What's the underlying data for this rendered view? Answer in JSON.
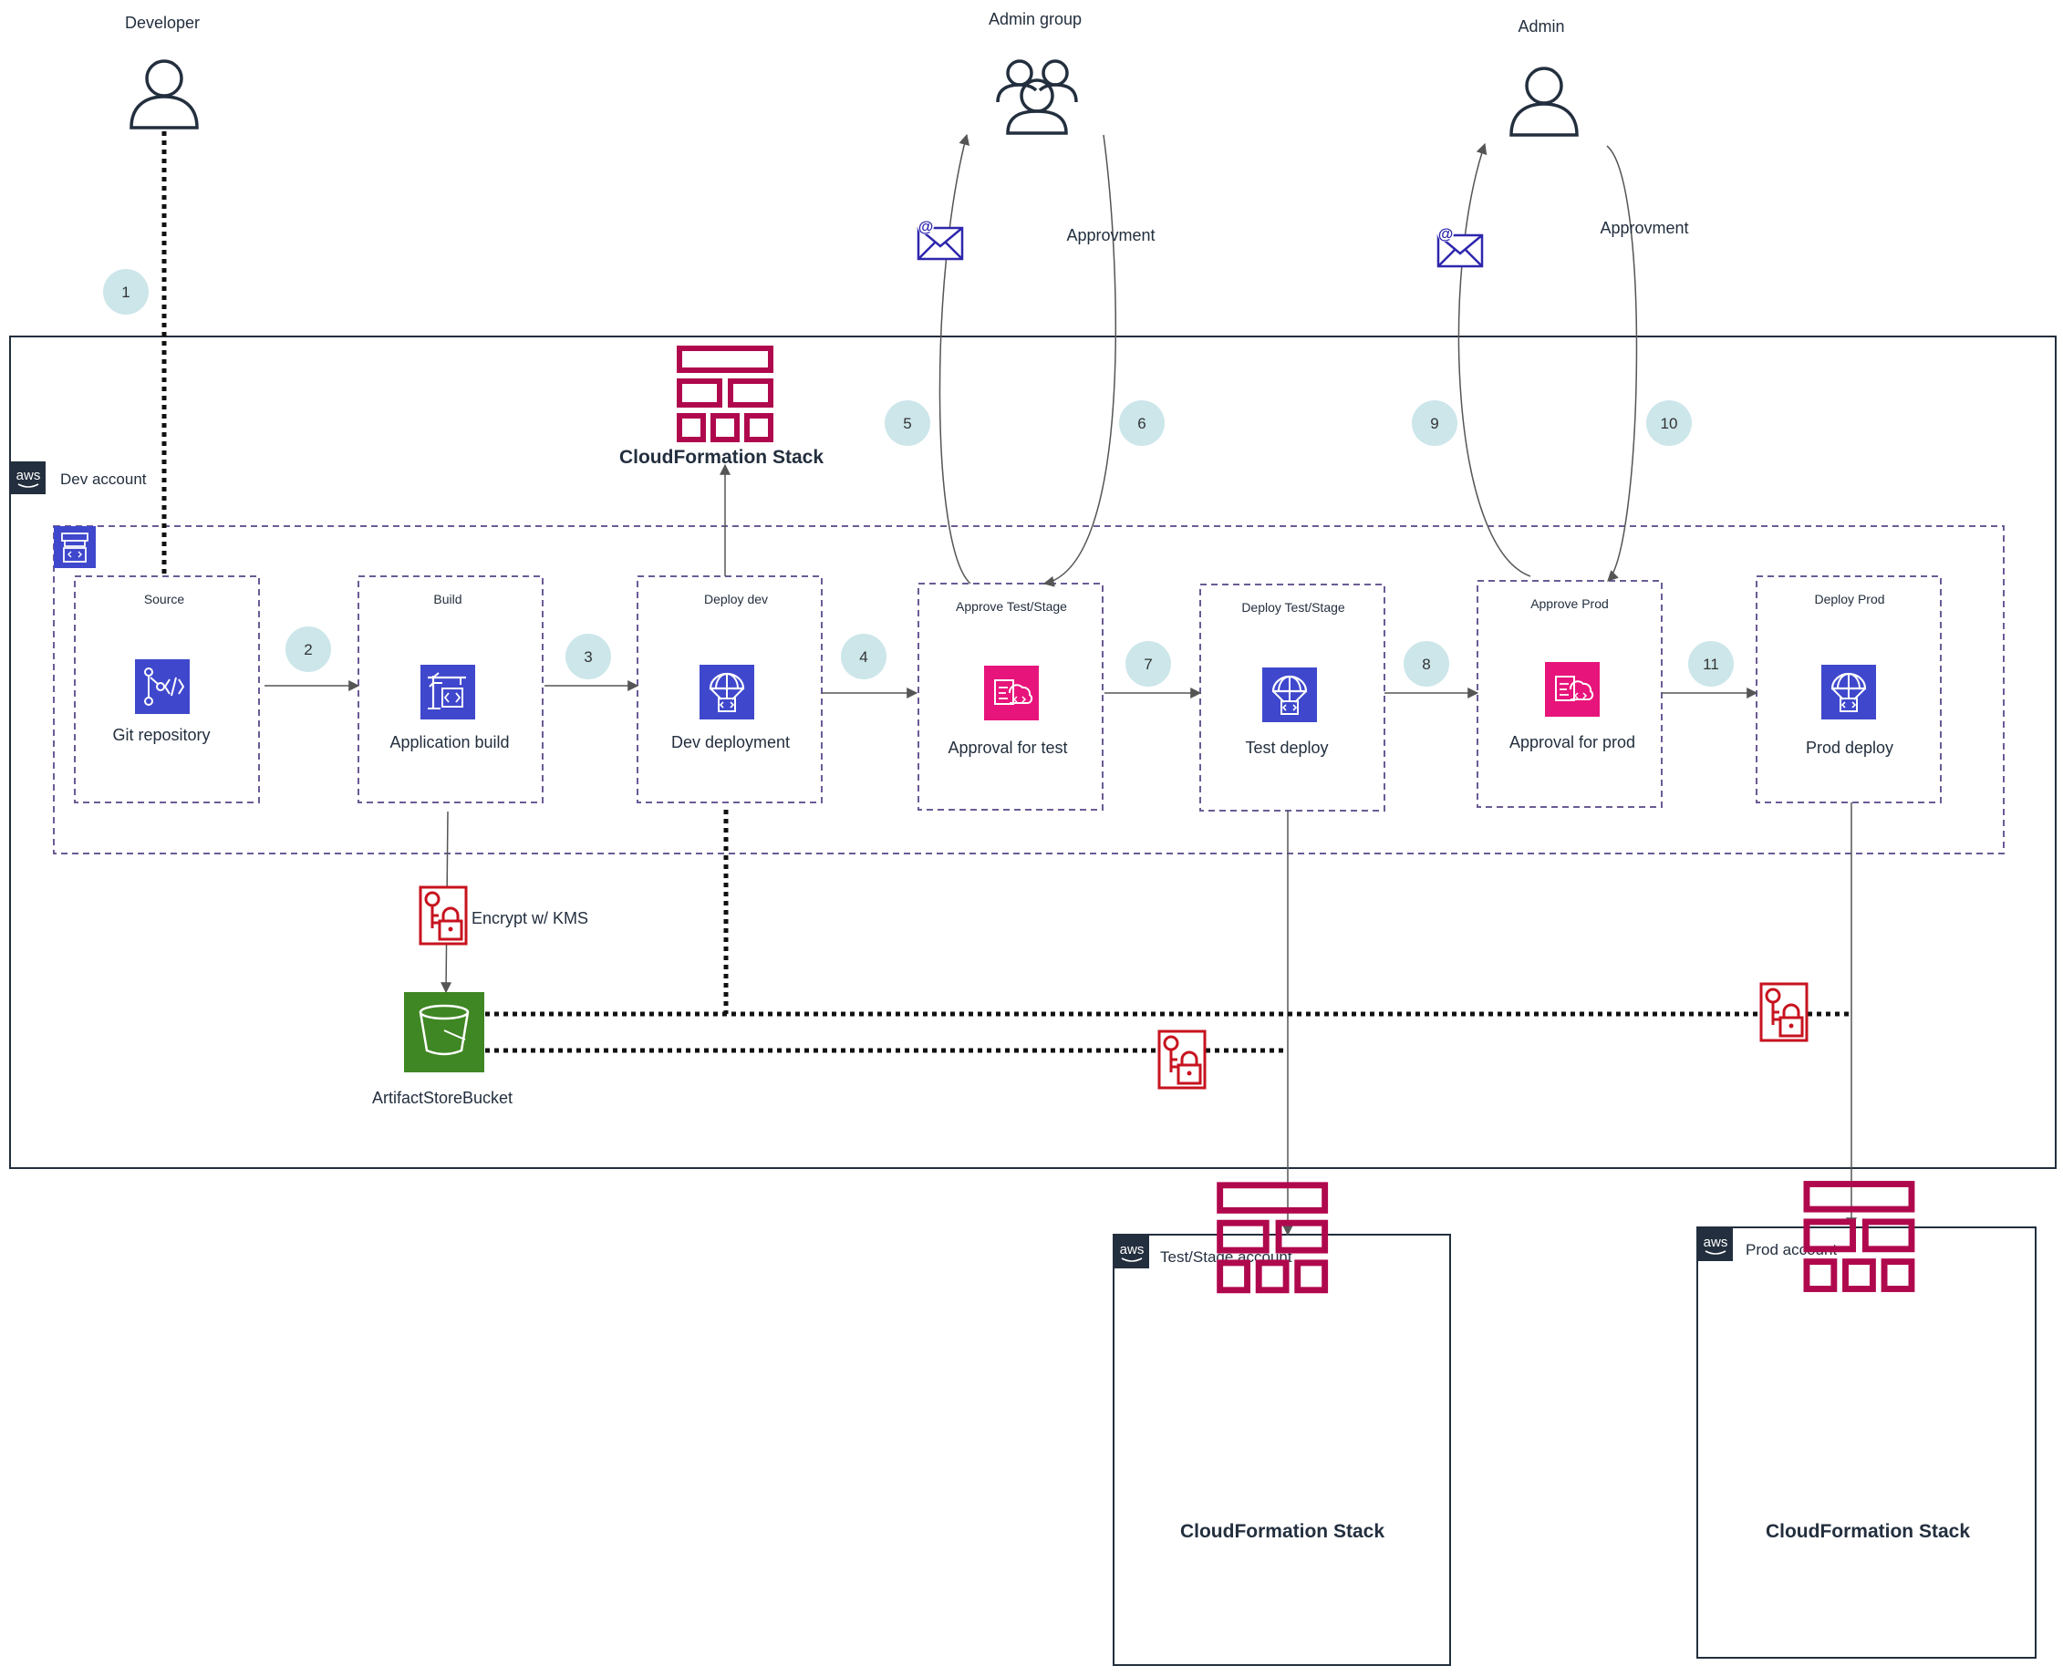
{
  "actors": {
    "developer": "Developer",
    "admin_group": "Admin group",
    "admin": "Admin"
  },
  "approval_label_1": "Approvment",
  "approval_label_2": "Approvment",
  "accounts": {
    "dev": "Dev account",
    "test": "Test/Stage account",
    "prod": "Prod account",
    "aws_badge": "aws"
  },
  "cloudformation": {
    "dev": "CloudFormation Stack",
    "test": "CloudFormation Stack",
    "prod": "CloudFormation Stack"
  },
  "stages": [
    {
      "title": "Source",
      "label": "Git repository",
      "icon": "git-repository-icon"
    },
    {
      "title": "Build",
      "label": "Application build",
      "icon": "codebuild-icon"
    },
    {
      "title": "Deploy dev",
      "label": "Dev deployment",
      "icon": "codedeploy-icon"
    },
    {
      "title": "Approve Test/Stage",
      "label": "Approval for test",
      "icon": "approval-icon"
    },
    {
      "title": "Deploy Test/Stage",
      "label": "Test deploy",
      "icon": "codedeploy-icon"
    },
    {
      "title": "Approve Prod",
      "label": "Approval for prod",
      "icon": "approval-icon"
    },
    {
      "title": "Deploy Prod",
      "label": "Prod deploy",
      "icon": "codedeploy-icon"
    }
  ],
  "steps": [
    "1",
    "2",
    "3",
    "4",
    "5",
    "6",
    "7",
    "8",
    "9",
    "10",
    "11"
  ],
  "kms_label": "Encrypt w/ KMS",
  "bucket_label": "ArtifactStoreBucket",
  "colors": {
    "cf": "#b0084d",
    "kms": "#c7131f",
    "dev_tools": "#3f48cc",
    "approval": "#e7157b",
    "s3": "#3f8624",
    "step_circle": "#cce6ea",
    "dashed": "#6b5b95",
    "account_border": "#232f3e",
    "email": "#2e27ad"
  }
}
